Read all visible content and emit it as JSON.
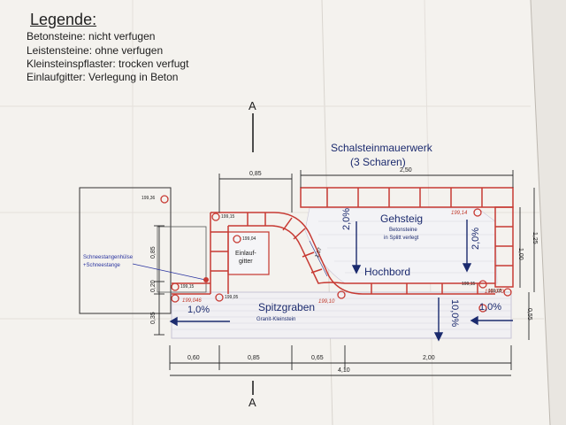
{
  "legend": {
    "title": "Legende:",
    "items": [
      "Betonsteine: nicht verfugen",
      "Leistensteine: ohne verfugen",
      "Kleinsteinspflaster: trocken verfugt",
      "Einlaufgitter: Verlegung in Beton"
    ]
  },
  "section_marks": {
    "top": "A",
    "bottom": "A"
  },
  "areas": {
    "mauer_title": "Schalsteinmauerwerk",
    "mauer_sub": "(3 Scharen)",
    "gehsteig": "Gehsteig",
    "gehsteig_note1": "Betonsteine",
    "gehsteig_note2": "in Splitt verlegt",
    "hochbord": "Hochbord",
    "spitzgraben": "Spitzgraben",
    "spitzgraben_note": "Granit-Kleinstein",
    "einlauf1": "Einlauf-",
    "einlauf2": "gitter",
    "schnee1": "Schneestangenhülse",
    "schnee2": "+Schneestange"
  },
  "slopes": [
    "2,0%",
    "2,0%",
    "1,0%",
    "1,0%",
    "10,0%"
  ],
  "dimensions": {
    "top1": "0,85",
    "top2": "2,50",
    "bottom": [
      "0,60",
      "0,85",
      "0,65",
      "2,00"
    ],
    "total": "4,10",
    "left1": "0,85",
    "left2": "0,20",
    "left3": "0,35",
    "right1": "1,00",
    "right2": "1,25",
    "right3": "0,55",
    "diag": "1,07"
  },
  "heights": [
    "199,36",
    "199,15",
    "199,04",
    "199,15",
    "199,05",
    "199,15",
    "199,08"
  ],
  "handwritten": [
    "199,046",
    "199,10",
    "199,14",
    "199,070"
  ]
}
